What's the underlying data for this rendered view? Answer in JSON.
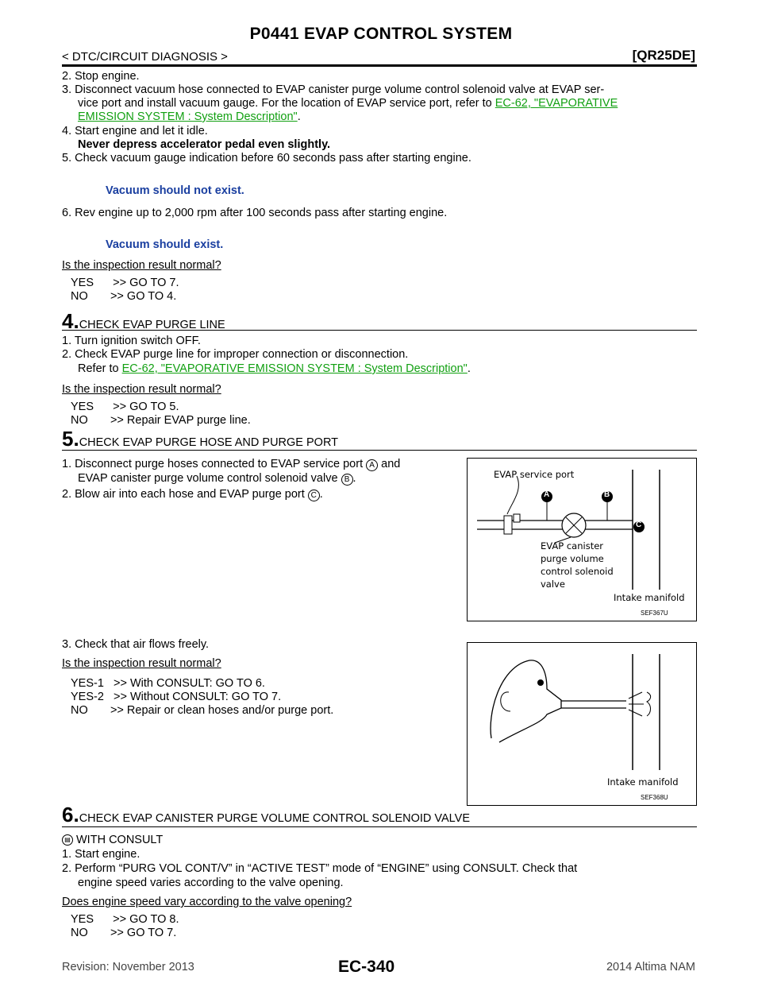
{
  "header": {
    "title": "P0441 EVAP CONTROL SYSTEM",
    "section": "< DTC/CIRCUIT DIAGNOSIS >",
    "engine": "[QR25DE]"
  },
  "intro_steps": {
    "s2": "2. Stop engine.",
    "s3a": "3. Disconnect vacuum hose connected to EVAP canister purge volume control solenoid valve at EVAP ser-",
    "s3b": "vice port and install vacuum gauge. For the location of EVAP service port, refer to ",
    "s3_link1": "EC-62, \"EVAPORATIVE",
    "s3_link2": "EMISSION SYSTEM : System Description\"",
    "period": ".",
    "s4": "4. Start engine and let it idle.",
    "s4_warn": "Never depress accelerator pedal even slightly.",
    "s5": "5. Check vacuum gauge indication before 60 seconds pass after starting engine.",
    "s5_spec": "Vacuum should not exist.",
    "s6": "6. Rev engine up to 2,000 rpm after 100 seconds pass after starting engine.",
    "s6_spec": "Vacuum should exist.",
    "question": "Is the inspection result normal?",
    "yes": "YES      >> GO TO 7.",
    "no": "NO       >> GO TO 4."
  },
  "step4": {
    "num": "4.",
    "title": "CHECK EVAP PURGE LINE",
    "s1": "1. Turn ignition switch OFF.",
    "s2": "2. Check EVAP purge line for improper connection or disconnection.",
    "refer": "Refer to ",
    "link": "EC-62, \"EVAPORATIVE EMISSION SYSTEM : System Description\"",
    "question": "Is the inspection result normal?",
    "yes": "YES      >> GO TO 5.",
    "no": "NO       >> Repair EVAP purge line."
  },
  "step5": {
    "num": "5.",
    "title": "CHECK EVAP PURGE HOSE AND PURGE PORT",
    "s1a": "1. Disconnect purge hoses connected to EVAP service port ",
    "s1_a": "A",
    "s1_and": " and",
    "s1b": "EVAP canister purge volume control solenoid valve ",
    "s1_b": "B",
    "s2": "2. Blow air into each hose and EVAP purge port ",
    "s2_c": "C",
    "s3": "3. Check that air flows freely.",
    "question": "Is the inspection result normal?",
    "yes1": "YES-1   >> With CONSULT: GO TO 6.",
    "yes2": "YES-2   >> Without CONSULT: GO TO 7.",
    "no": "NO       >> Repair or clean hoses and/or purge port."
  },
  "figure1": {
    "service_port": "EVAP service port",
    "label_a": "A",
    "label_b": "B",
    "label_c": "C",
    "valve1": "EVAP canister",
    "valve2": "purge volume",
    "valve3": "control solenoid",
    "valve4": "valve",
    "manifold": "Intake manifold",
    "code": "SEF367U"
  },
  "figure2": {
    "manifold": "Intake manifold",
    "code": "SEF368U"
  },
  "step6": {
    "num": "6.",
    "title": "CHECK EVAP CANISTER PURGE VOLUME CONTROL SOLENOID VALVE",
    "with_consult": "WITH CONSULT",
    "s1": "1. Start engine.",
    "s2a": "2. Perform “PURG VOL CONT/V” in “ACTIVE TEST” mode of “ENGINE” using CONSULT. Check that",
    "s2b": "engine speed varies according to the valve opening.",
    "question": "Does engine speed vary according to the valve opening?",
    "yes": "YES      >> GO TO 8.",
    "no": "NO       >> GO TO 7."
  },
  "footer": {
    "revision": "Revision: November 2013",
    "page": "EC-340",
    "model": "2014 Altima NAM"
  }
}
